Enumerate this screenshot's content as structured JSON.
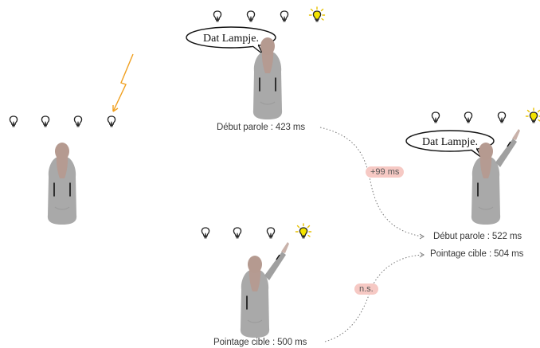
{
  "speech": {
    "top": "Dat Lampje.",
    "right": "Dat Lampje."
  },
  "labels": {
    "top_speech_onset": "Début parole : 423 ms",
    "bottom_pointing": "Pointage cible : 500 ms",
    "right_speech_onset": "Début parole : 522 ms",
    "right_pointing": "Pointage cible : 504 ms"
  },
  "differences": {
    "speech": "+99 ms",
    "pointing": "n.s."
  },
  "colors": {
    "bulb_lit": "#f4e400",
    "bulb_rays": "#e8c200",
    "lightning": "#f0a020",
    "badge_bg": "#f6c9c4",
    "figure_body": "#a9a9a9",
    "figure_hair": "#b59a90"
  },
  "icons": [
    "lightbulb-icon",
    "lit-lightbulb-icon",
    "lightning-icon",
    "speech-bubble",
    "person-figure",
    "pointing-person-figure"
  ]
}
